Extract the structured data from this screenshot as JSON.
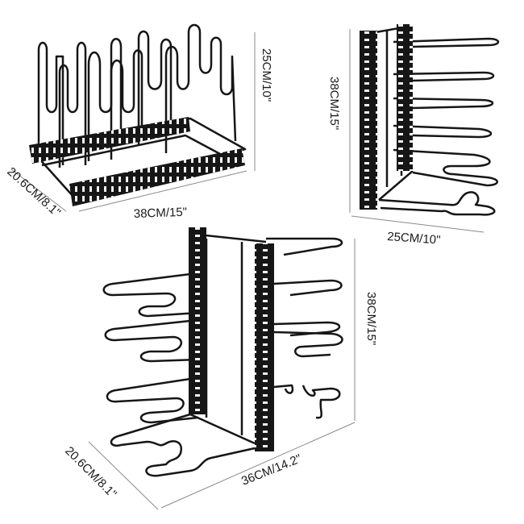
{
  "image": {
    "kind": "product-dimension-illustration",
    "subject": "adjustable pot and pan organizer rack (black metal)",
    "colors": {
      "background": "#ffffff",
      "rack": "#161616",
      "slot": "#f2f2f2",
      "dimension_line": "#8a8a8a",
      "text": "#1a1a1a"
    }
  },
  "views": {
    "top_left": {
      "height": "25CM/10\"",
      "length": "38CM/15\"",
      "depth": "20.6CM/8.1\""
    },
    "top_right": {
      "height": "38CM/15\"",
      "width": "25CM/10\""
    },
    "bottom": {
      "height": "38CM/15\"",
      "length": "36CM/14.2\"",
      "depth": "20.6CM/8.1\""
    }
  }
}
